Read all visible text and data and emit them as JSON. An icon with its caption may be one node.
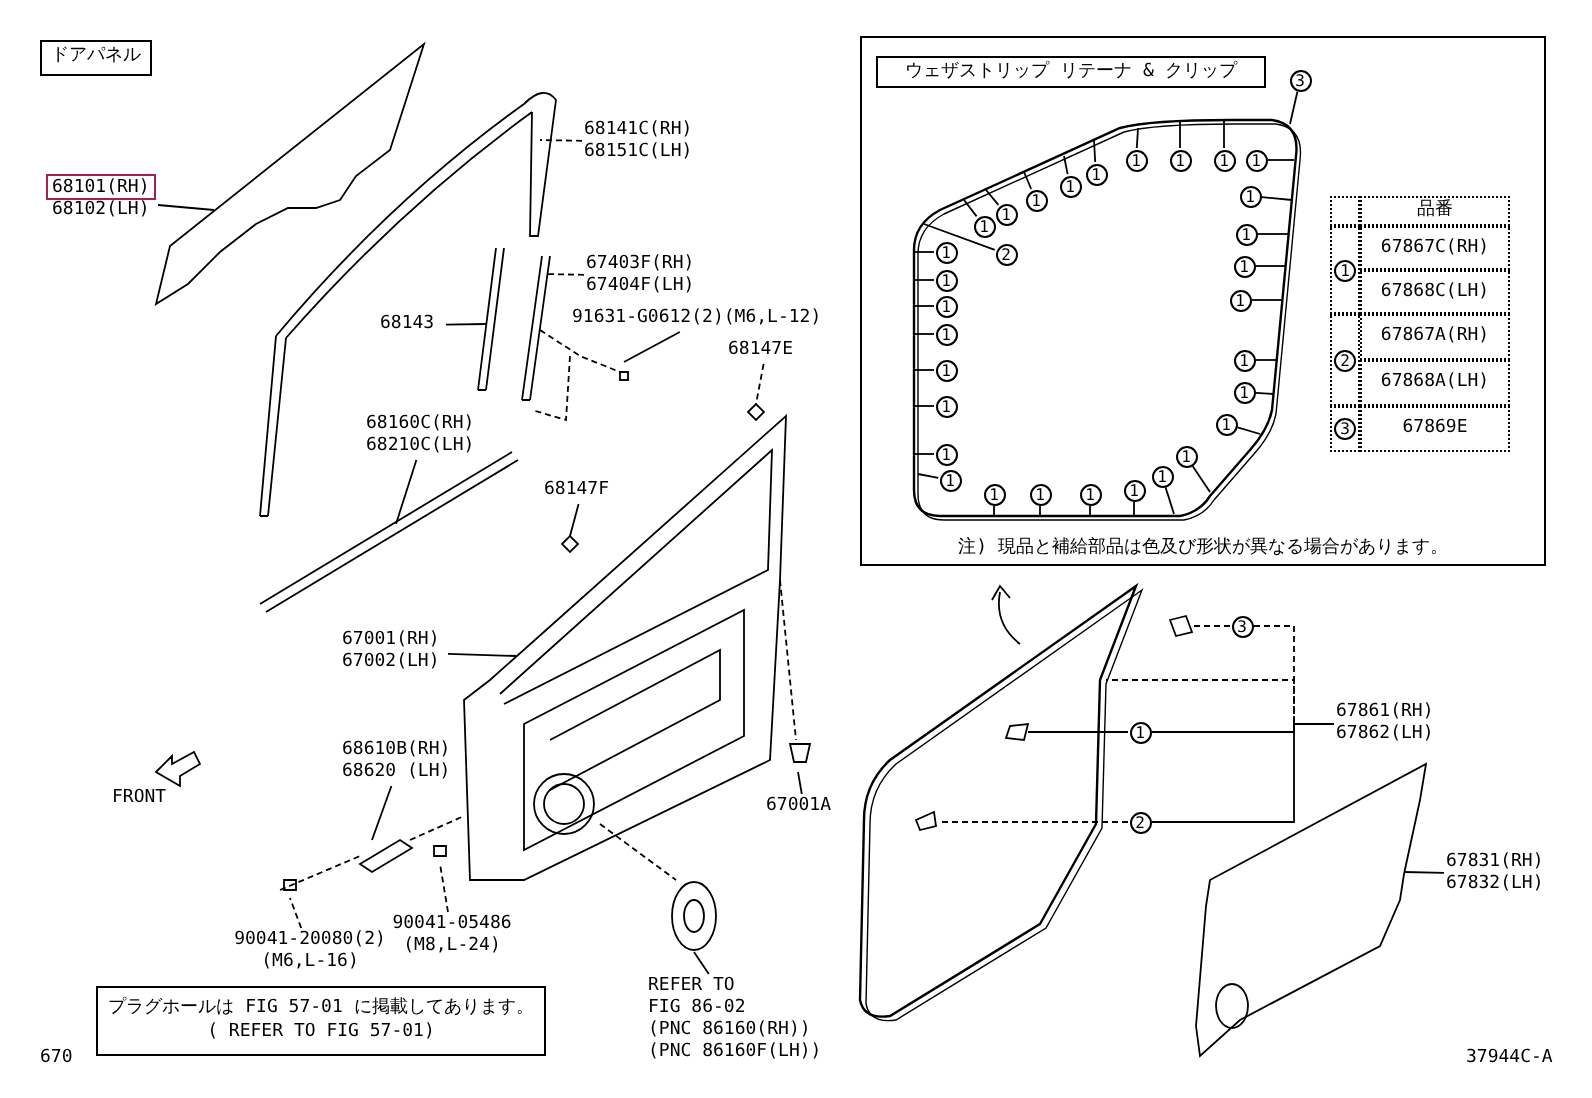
{
  "diagram": {
    "nodes": [
      {
        "text": [
          "ドアパネル"
        ]
      },
      {
        "text": [
          "68101(RH) 68102(LH)"
        ]
      },
      {
        "text": [
          "68141C(RH) 68151C(LH)"
        ]
      },
      {
        "text": [
          "67403F(RH) 67404F(LH)"
        ]
      },
      {
        "text": [
          "68143"
        ]
      },
      {
        "text": [
          "91631-G0612(2)(M6,L-12)"
        ]
      },
      {
        "text": [
          "68147E"
        ]
      },
      {
        "text": [
          "68160C(RH) 68210C(LH)"
        ]
      },
      {
        "text": [
          "68147F"
        ]
      },
      {
        "text": [
          "67001(RH) 67002(LH)"
        ]
      },
      {
        "text": [
          "68610B(RH) 68620 (LH)"
        ]
      },
      {
        "text": [
          "67001A"
        ]
      },
      {
        "text": [
          "90041-20080(2) (M6,L-16)"
        ]
      },
      {
        "text": [
          "90041-05486 (M8,L-24)"
        ]
      },
      {
        "text": [
          "REFER TO FIG 86-02 (PNC 86160(RH)) (PNC 86160F(LH))"
        ]
      },
      {
        "text": [
          "プラグホールは FIG 57-01 に掲載してあります。",
          "( REFER TO FIG 57-01)"
        ]
      },
      {
        "text": [
          "注) 現品と補給部品は色及び形状が異なる場合があります。"
        ]
      },
      {
        "text": [
          "ウェザストリップ リテーナ & クリップ"
        ],
        "in": 16
      },
      {
        "text": [
          "3"
        ],
        "in": 16
      },
      {
        "text": [
          "1"
        ],
        "in": 55
      },
      {
        "text": [
          "1"
        ],
        "in": 55
      },
      {
        "text": [
          "1"
        ],
        "in": 55
      },
      {
        "text": [
          "1"
        ],
        "in": 55
      },
      {
        "text": [
          "1"
        ],
        "in": 55
      },
      {
        "text": [
          "1"
        ],
        "in": 55
      },
      {
        "text": [
          "1"
        ],
        "in": 55
      },
      {
        "text": [
          "1"
        ],
        "in": 55
      },
      {
        "text": [
          "1"
        ],
        "in": 55
      },
      {
        "text": [
          "1"
        ],
        "in": 55
      },
      {
        "text": [
          "1"
        ],
        "in": 55
      },
      {
        "text": [
          "1"
        ],
        "in": 55
      },
      {
        "text": [
          "1"
        ],
        "in": 55
      },
      {
        "text": [
          "1"
        ],
        "in": 55
      },
      {
        "text": [
          "1"
        ],
        "in": 55
      },
      {
        "text": [
          "1"
        ],
        "in": 55
      },
      {
        "text": [
          "1"
        ],
        "in": 55
      },
      {
        "text": [
          "1"
        ],
        "in": 55
      },
      {
        "text": [
          "1"
        ],
        "in": 55
      },
      {
        "text": [
          "1"
        ],
        "in": 55
      },
      {
        "text": [
          "1"
        ],
        "in": 55
      },
      {
        "text": [
          "1"
        ],
        "in": 55
      },
      {
        "text": [
          "1"
        ],
        "in": 55
      },
      {
        "text": [
          "1"
        ],
        "in": 55
      },
      {
        "text": [
          "1"
        ],
        "in": 55
      },
      {
        "text": [
          "1"
        ],
        "in": 55
      },
      {
        "text": [
          "1"
        ],
        "in": 55
      },
      {
        "text": [
          "1"
        ],
        "in": 55
      },
      {
        "text": [
          "1"
        ],
        "in": 55
      },
      {
        "text": [
          "1"
        ],
        "in": 55
      },
      {
        "text": [
          "2"
        ],
        "in": 55
      },
      {
        "text": [
          "67861(RH) 67862(LH)"
        ]
      },
      {
        "text": [
          "3"
        ]
      },
      {
        "text": [
          "1"
        ]
      },
      {
        "text": [
          "2"
        ]
      },
      {
        "text": [
          "67831(RH) 67832(LH)"
        ]
      },
      {
        "text": [],
        "shape": "picture",
        "in": 16
      },
      {
        "text": [],
        "shape": "picture"
      },
      {
        "text": [],
        "shape": "picture"
      },
      {
        "text": [],
        "shape": "picture",
        "in": 56
      },
      {
        "text": [],
        "shape": "picture",
        "in": 56
      },
      {
        "text": [
          "1"
        ],
        "in": 16
      },
      {
        "text": [
          "2"
        ],
        "in": 16
      },
      {
        "text": [
          "3"
        ],
        "in": 16
      },
      {
        "text": [],
        "shape": "picture"
      }
    ],
    "edges": [
      {
        "from": 1,
        "to": null,
        "arrow": "none"
      },
      {
        "from": 2,
        "to": null,
        "arrow": "none",
        "style": "dashed"
      },
      {
        "from": 3,
        "to": null,
        "arrow": "none",
        "style": "dashed"
      },
      {
        "from": 4,
        "to": null,
        "arrow": "none"
      },
      {
        "from": 5,
        "to": null,
        "arrow": "none"
      },
      {
        "from": 6,
        "to": null,
        "arrow": "none",
        "style": "dashed"
      },
      {
        "from": 7,
        "to": null,
        "arrow": "none"
      },
      {
        "from": 8,
        "to": null,
        "arrow": "none"
      },
      {
        "from": 9,
        "to": null,
        "arrow": "none"
      },
      {
        "from": 10,
        "to": null,
        "arrow": "none"
      },
      {
        "from": 11,
        "to": null,
        "arrow": "none"
      },
      {
        "from": 12,
        "to": null,
        "arrow": "none",
        "style": "dashed"
      },
      {
        "from": 13,
        "to": null,
        "arrow": "none",
        "style": "dashed"
      },
      {
        "from": 14,
        "to": null,
        "arrow": "none"
      },
      {
        "from": 18,
        "to": 55,
        "arrow": "none"
      },
      {
        "from": 19,
        "to": 55,
        "arrow": "none"
      },
      {
        "from": 20,
        "to": 55,
        "arrow": "none"
      },
      {
        "from": 21,
        "to": 55,
        "arrow": "none"
      },
      {
        "from": 22,
        "to": 55,
        "arrow": "none"
      },
      {
        "from": 23,
        "to": 55,
        "arrow": "none"
      },
      {
        "from": 24,
        "to": 55,
        "arrow": "none"
      },
      {
        "from": 25,
        "to": 55,
        "arrow": "none"
      },
      {
        "from": 26,
        "to": 55,
        "arrow": "none"
      },
      {
        "from": 27,
        "to": 55,
        "arrow": "none"
      },
      {
        "from": 28,
        "to": 55,
        "arrow": "none"
      },
      {
        "from": 29,
        "to": 55,
        "arrow": "none"
      },
      {
        "from": 30,
        "to": 55,
        "arrow": "none"
      },
      {
        "from": 31,
        "to": 55,
        "arrow": "none"
      },
      {
        "from": 32,
        "to": 55,
        "arrow": "none"
      },
      {
        "from": 33,
        "to": 55,
        "arrow": "none"
      },
      {
        "from": 34,
        "to": 55,
        "arrow": "none"
      },
      {
        "from": 35,
        "to": 55,
        "arrow": "none"
      },
      {
        "from": 36,
        "to": 55,
        "arrow": "none"
      },
      {
        "from": 37,
        "to": 55,
        "arrow": "none"
      },
      {
        "from": 38,
        "to": 55,
        "arrow": "none"
      },
      {
        "from": 39,
        "to": 55,
        "arrow": "none"
      },
      {
        "from": 40,
        "to": 55,
        "arrow": "none"
      },
      {
        "from": 41,
        "to": 55,
        "arrow": "none"
      },
      {
        "from": 42,
        "to": 55,
        "arrow": "none"
      },
      {
        "from": 43,
        "to": 55,
        "arrow": "none"
      },
      {
        "from": 44,
        "to": 55,
        "arrow": "none"
      },
      {
        "from": 45,
        "to": 55,
        "arrow": "none"
      },
      {
        "from": 46,
        "to": 55,
        "arrow": "none"
      },
      {
        "from": 47,
        "to": 55,
        "arrow": "none"
      },
      {
        "from": 48,
        "to": 55,
        "arrow": "none"
      },
      {
        "from": 49,
        "to": 55,
        "arrow": "none"
      },
      {
        "from": 50,
        "to": 56,
        "arrow": "none",
        "style": "dashed"
      },
      {
        "from": 51,
        "to": 50,
        "arrow": "none",
        "style": "dashed"
      },
      {
        "from": 52,
        "to": 50,
        "arrow": "none"
      },
      {
        "from": 53,
        "to": 50,
        "arrow": "none"
      },
      {
        "from": 51,
        "to": 57,
        "arrow": "none",
        "style": "dashed"
      },
      {
        "from": 52,
        "to": 58,
        "arrow": "none"
      },
      {
        "from": 53,
        "to": 59,
        "arrow": "none",
        "style": "dashed"
      },
      {
        "from": 54,
        "to": 63,
        "arrow": "none"
      }
    ],
    "labels": [
      "品番",
      "67867C(RH)",
      "67868C(LH)",
      "67867A(RH)",
      "67868A(LH)",
      "67869E",
      "FRONT",
      "670",
      "37944C-A"
    ]
  }
}
